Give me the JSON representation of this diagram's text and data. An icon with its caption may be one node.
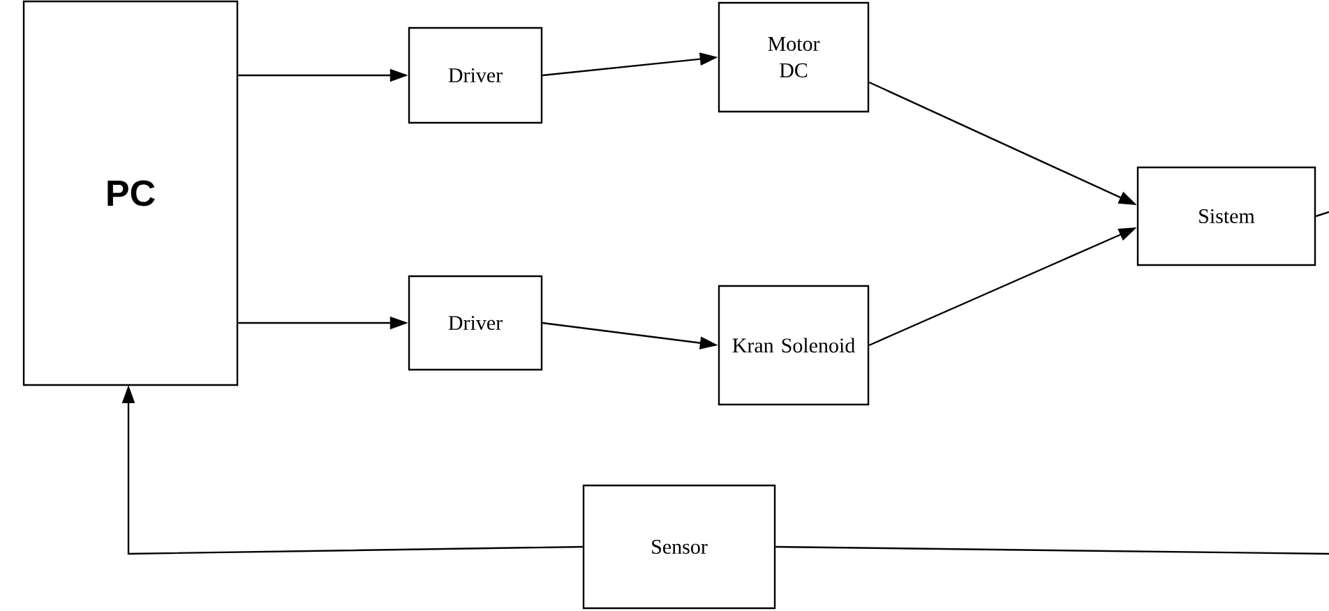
{
  "diagram": {
    "nodes": [
      {
        "text": [
          "PC"
        ]
      },
      {
        "text": [
          "Driver"
        ]
      },
      {
        "text": [
          "Motor DC"
        ]
      },
      {
        "text": [
          "Driver"
        ]
      },
      {
        "text": [
          "Kran Solenoid"
        ]
      },
      {
        "text": [
          "Sistem"
        ]
      },
      {
        "text": [
          "Sensor"
        ]
      }
    ],
    "edges": [
      {
        "from": 0,
        "to": 1,
        "arrow": "to"
      },
      {
        "from": 1,
        "to": 2,
        "arrow": "to"
      },
      {
        "from": 0,
        "to": 3,
        "arrow": "to"
      },
      {
        "from": 3,
        "to": 4,
        "arrow": "to"
      },
      {
        "from": 2,
        "to": 5,
        "arrow": "to"
      },
      {
        "from": 4,
        "to": 5,
        "arrow": "to"
      },
      {
        "from": 5,
        "to": null,
        "arrow": "none"
      },
      {
        "from": null,
        "to": 6,
        "arrow": "none"
      },
      {
        "from": 6,
        "to": 0,
        "arrow": "to"
      }
    ]
  }
}
